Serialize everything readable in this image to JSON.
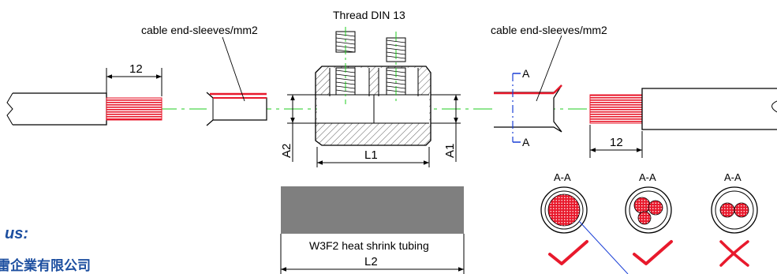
{
  "labels": {
    "thread": "Thread  DIN 13",
    "sleeves_left": "cable end-sleeves/mm2",
    "sleeves_right": "cable end-sleeves/mm2",
    "tubing": "W3F2 heat shrink tubing"
  },
  "dimensions": {
    "strip_left": "12",
    "strip_right": "12",
    "a2": "A2",
    "a1": "A1",
    "l1": "L1",
    "l2": "L2"
  },
  "section": {
    "marker_top": "A",
    "marker_bottom": "A",
    "views": [
      "A-A",
      "A-A",
      "A-A"
    ],
    "results": [
      "ok",
      "ok",
      "wrong"
    ]
  },
  "footer": {
    "contact": "us:",
    "company": "雷企業有限公司"
  },
  "colors": {
    "conductor": "#e8192c",
    "hatch": "#555555",
    "centerline": "#22cc22",
    "section_line": "#1a3fd6",
    "tubing": "#7f7f7f",
    "brand": "#1d4fa0"
  }
}
